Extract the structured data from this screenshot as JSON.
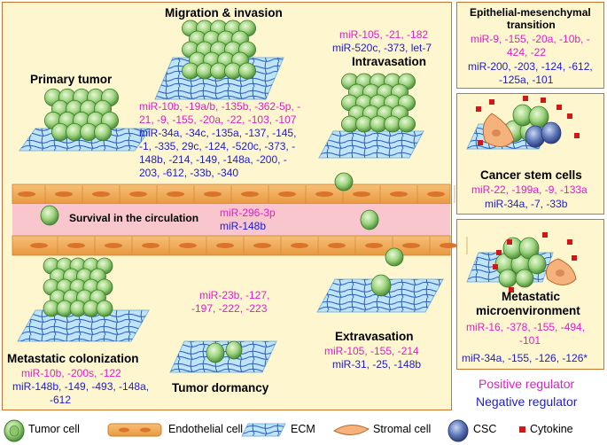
{
  "main": {
    "migration_title": "Migration & invasion",
    "primary_title": "Primary tumor",
    "mig_lines_pos": [
      "miR-10b, -19a/b, -135b, -362-5p, -",
      "21, -9, -155, -20a, -22, -103, -107"
    ],
    "mig_lines_neg": [
      "miR-34a, -34c, -135a, -137, -145,",
      "-1, -335, 29c, -124, -520c, -373, -",
      "148b, -214, -149, -148a, -200, -",
      "203, -612, -33b, -340"
    ],
    "intra_pos": "miR-105, -21, -182",
    "intra_neg": "miR-520c, -373, let-7",
    "intra_title": "Intravasation",
    "survival_title": "Survival in the circulation",
    "survival_pos": "miR-296-3p",
    "survival_neg": "miR-148b",
    "colon_title": "Metastatic colonization",
    "colon_pos": "miR-10b, -200s, -122",
    "colon_neg": [
      "miR-148b, -149, -493, -148a,",
      "-612"
    ],
    "dormancy_pos": [
      "miR-23b, -127,",
      "-197, -222, -223"
    ],
    "dormancy_title": "Tumor dormancy",
    "extra_title": "Extravasation",
    "extra_pos": "miR-105, -155, -214",
    "extra_neg": "miR-31, -25, -148b"
  },
  "emt": {
    "title": [
      "Epithelial-mesenchymal",
      "transition"
    ],
    "pos": [
      "miR-9, -155, -20a, -10b, -",
      "424, -22"
    ],
    "neg": [
      "miR-200, -203, -124, -612,",
      "-125a, -101"
    ]
  },
  "csc": {
    "title": "Cancer stem cells",
    "pos": "miR-22, -199a, -9, -133a",
    "neg": "miR-34a, -7, -33b"
  },
  "micro": {
    "title": [
      "Metastatic",
      "microenvironment"
    ],
    "pos": [
      "miR-16, -378, -155, -494,",
      "-101"
    ],
    "neg": "miR-34a, -155, -126, -126*"
  },
  "regulators": {
    "positive": "Positive regulator",
    "negative": "Negative regulator"
  },
  "legend": {
    "tumor": "Tumor cell",
    "endo": "Endothelial cell",
    "ecm": "ECM",
    "stromal": "Stromal cell",
    "csc": "CSC",
    "cytokine": "Cytokine"
  },
  "colors": {
    "positive": "#e01ec8",
    "negative": "#1b1bd6",
    "panel_fill": "#fdf6cf",
    "panel_border": "#c8742e",
    "tumor_cell": "#8cc870",
    "ecm": "#a9d9f5",
    "vessel": "#f8c6cc",
    "cytokine": "#d01818"
  }
}
